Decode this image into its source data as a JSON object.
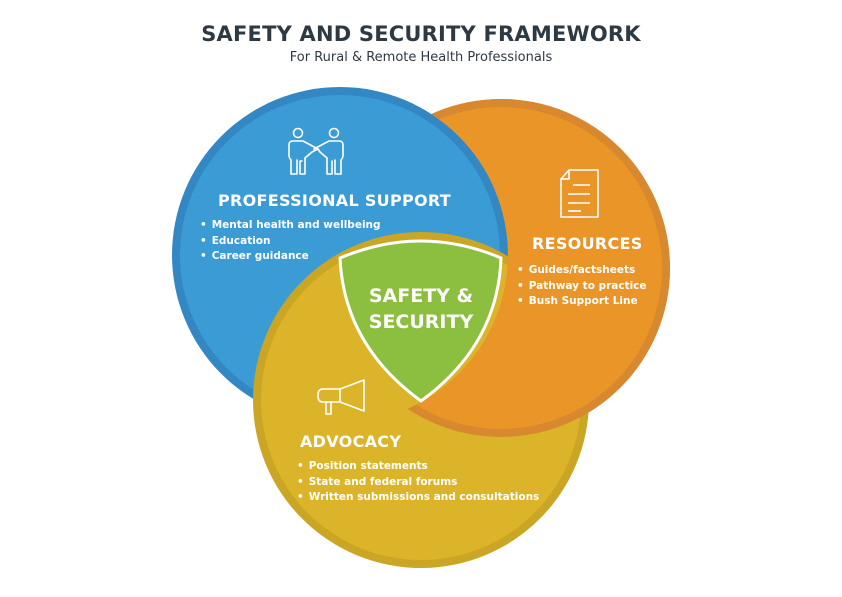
{
  "header": {
    "title": "SAFETY AND SECURITY FRAMEWORK",
    "subtitle": "For Rural & Remote Health Professionals"
  },
  "colors": {
    "blue_fill": "#3a9bd5",
    "blue_border": "#3388c4",
    "orange_fill": "#e99528",
    "orange_border": "#d8892f",
    "yellow_fill": "#dcb429",
    "yellow_border": "#cba524",
    "green_fill": "#8cbf3f",
    "title_text": "#2d3a44"
  },
  "sections": {
    "professional_support": {
      "icon": "handshake-people-icon",
      "heading": "PROFESSIONAL SUPPORT",
      "items": [
        "Mental health and wellbeing",
        "Education",
        "Career guidance"
      ]
    },
    "resources": {
      "icon": "document-icon",
      "heading": "RESOURCES",
      "items": [
        "Guides/factsheets",
        "Pathway to practice",
        "Bush Support Line"
      ]
    },
    "advocacy": {
      "icon": "megaphone-icon",
      "heading": "ADVOCACY",
      "items": [
        "Position statements",
        "State and federal forums",
        "Written submissions and consultations"
      ]
    },
    "center": {
      "icon": "shield-icon",
      "line1": "SAFETY &",
      "line2": "SECURITY"
    }
  }
}
